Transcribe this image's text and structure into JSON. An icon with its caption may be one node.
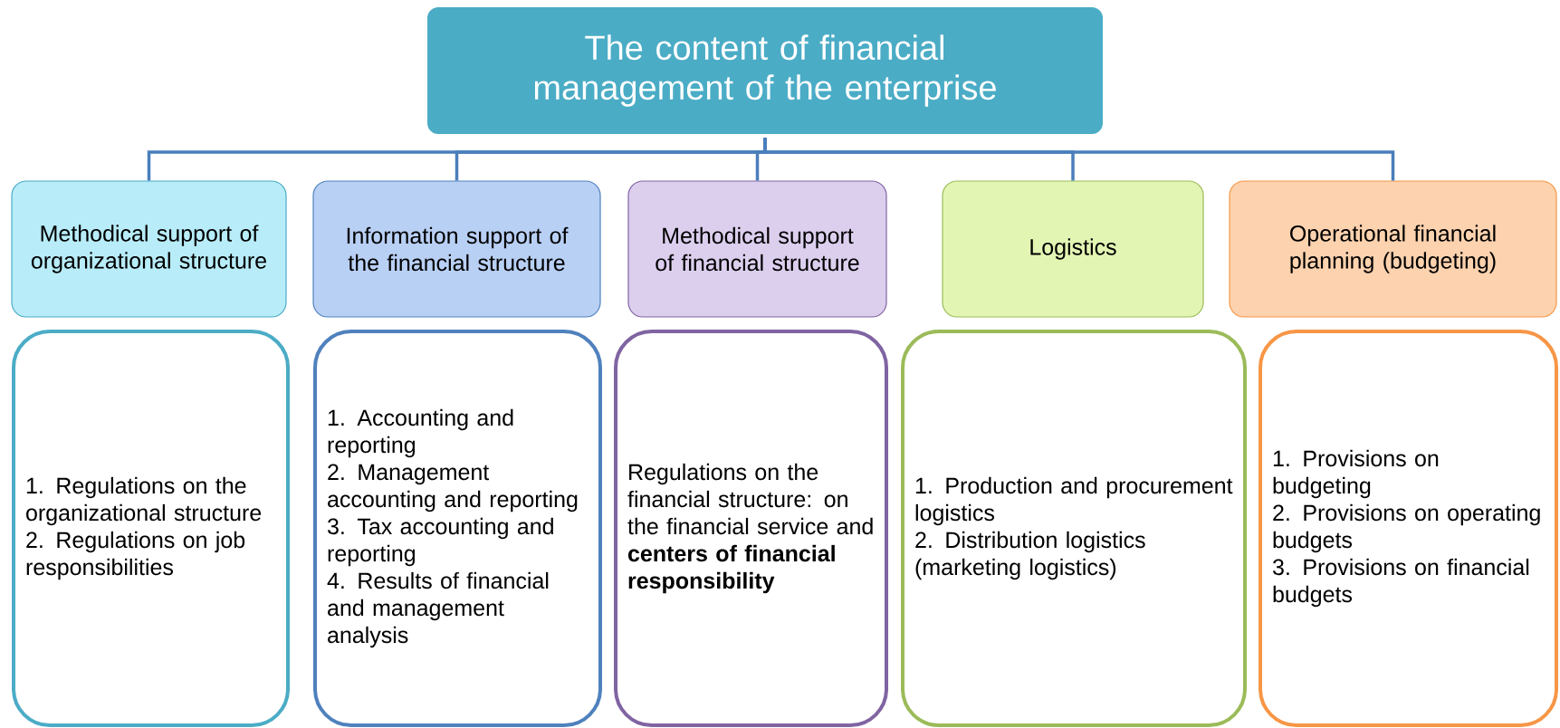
{
  "diagram": {
    "nodes": [
      {
        "text": [
          "The content of financial management of the enterprise"
        ]
      },
      {
        "text": [
          "Methodical support of organizational structure"
        ]
      },
      {
        "text": [
          "Information support of the financial structure"
        ]
      },
      {
        "text": [
          "Methodical support of financial structure"
        ]
      },
      {
        "text": [
          "Logistics"
        ]
      },
      {
        "text": [
          "Operational financial planning (budgeting)"
        ]
      },
      {
        "text": [
          "1. Regulations on the organizational structure",
          "2. Regulations on job responsibilities"
        ]
      },
      {
        "text": [
          "1. Accounting and reporting",
          "2. Management accounting and reporting",
          "3. Tax accounting and reporting",
          "4. Results of financial and management analysis"
        ]
      },
      {
        "text": [
          "Regulations on the financial structure: on the financial service and **centers of financial responsibility**"
        ]
      },
      {
        "text": [
          "1. Production and procurement logistics",
          "2. Distribution logistics (marketing logistics)"
        ]
      },
      {
        "text": [
          "1. Provisions on budgeting",
          "2. Provisions on operating budgets",
          "3. Provisions on financial budgets"
        ]
      }
    ],
    "edges": [
      {
        "from": 0,
        "to": 1,
        "arrow": "none"
      },
      {
        "from": 0,
        "to": 2,
        "arrow": "none"
      },
      {
        "from": 0,
        "to": 3,
        "arrow": "none"
      },
      {
        "from": 0,
        "to": 4,
        "arrow": "none"
      },
      {
        "from": 0,
        "to": 5,
        "arrow": "none"
      }
    ]
  }
}
